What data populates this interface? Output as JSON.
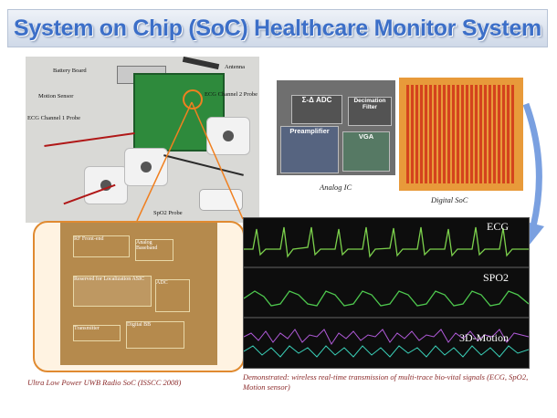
{
  "title": "System on Chip (SoC) Healthcare Monitor System",
  "photo": {
    "labels": {
      "battery": "Battery Board",
      "antenna": "Antenna",
      "motion": "Motion Sensor",
      "ecg2": "ECG Channel 2 Probe",
      "ecg1": "ECG Channel 1 Probe",
      "spo2": "SpO2 Probe"
    }
  },
  "analog_ic": {
    "caption": "Analog IC",
    "blocks": {
      "adc": "Σ-Δ ADC",
      "decim": "Decimation Filter",
      "preamp": "Preamplifier",
      "vga": "VGA"
    }
  },
  "digital_soc": {
    "caption": "Digital SoC"
  },
  "uwb": {
    "caption": "Ultra Low Power UWB Radio SoC (ISSCC 2008)",
    "blocks": {
      "rf": "RF Front-end",
      "analog_bb": "Analog Baseband",
      "reserved": "Reserved for Localization ASIC",
      "adc": "ADC",
      "tx": "Transmitter",
      "digital_bb": "Digital BB"
    }
  },
  "waveforms": {
    "ecg": "ECG",
    "spo2": "SPO2",
    "motion": "3D-Motion",
    "caption": "Demonstrated: wireless real-time transmission of multi-trace bio-vital signals (ECG, SpO2, Motion sensor)"
  }
}
